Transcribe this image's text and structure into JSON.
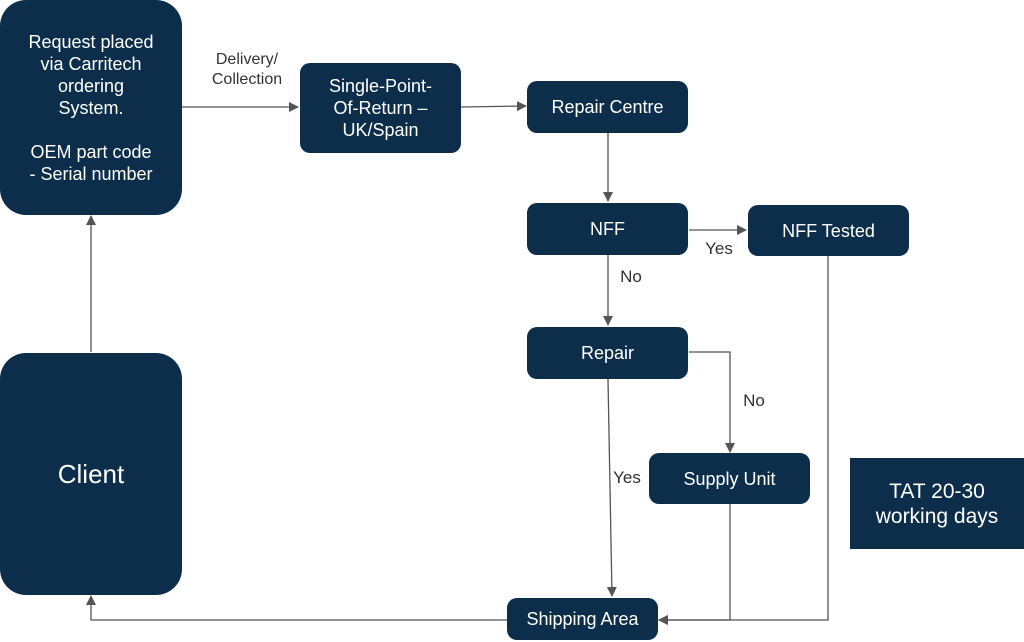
{
  "nodes": {
    "request": "Request placed\nvia Carritech\nordering\nSystem.\n\nOEM part code\n- Serial number",
    "client": "Client",
    "spor": "Single-Point-\nOf-Return –\nUK/Spain",
    "repair_centre": "Repair Centre",
    "nff": "NFF",
    "nff_tested": "NFF Tested",
    "repair": "Repair",
    "supply_unit": "Supply Unit",
    "shipping_area": "Shipping Area",
    "tat": "TAT 20-30\nworking days"
  },
  "edge_labels": {
    "delivery": "Delivery/\nCollection",
    "nff_yes": "Yes",
    "nff_no": "No",
    "repair_no": "No",
    "repair_yes": "Yes"
  },
  "colors": {
    "box": "#0d2e4b",
    "line": "#555555"
  }
}
